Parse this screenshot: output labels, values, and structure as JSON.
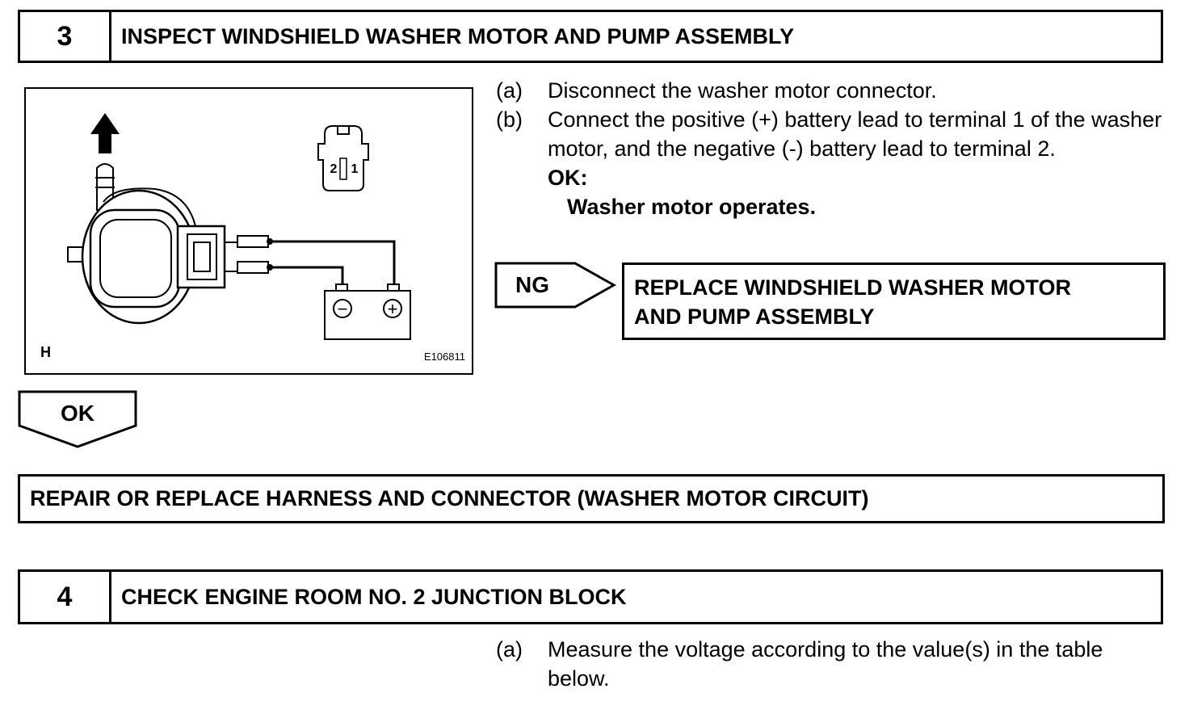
{
  "step3": {
    "number": "3",
    "title": "INSPECT WINDSHIELD WASHER MOTOR AND PUMP ASSEMBLY"
  },
  "figure": {
    "corner_label": "H",
    "figure_id": "E106811",
    "connector_pins": [
      "2",
      "1"
    ],
    "battery_negative": "−",
    "battery_positive": "+"
  },
  "instructions3": {
    "a_label": "(a)",
    "a_text": "Disconnect the washer motor connector.",
    "b_label": "(b)",
    "b_text": "Connect the positive (+) battery lead to terminal 1 of the washer motor, and the negative (-) battery lead to terminal 2.",
    "ok_heading": "OK:",
    "ok_text": "Washer motor operates."
  },
  "ng_branch": {
    "label": "NG",
    "result_line1": "REPLACE WINDSHIELD WASHER MOTOR",
    "result_line2": "AND PUMP ASSEMBLY"
  },
  "ok_branch": {
    "label": "OK"
  },
  "repair": {
    "text": "REPAIR OR REPLACE HARNESS AND CONNECTOR (WASHER MOTOR CIRCUIT)"
  },
  "step4": {
    "number": "4",
    "title": "CHECK ENGINE ROOM NO. 2 JUNCTION BLOCK"
  },
  "instructions4": {
    "a_label": "(a)",
    "a_text": "Measure the voltage according to the value(s) in the table below."
  }
}
